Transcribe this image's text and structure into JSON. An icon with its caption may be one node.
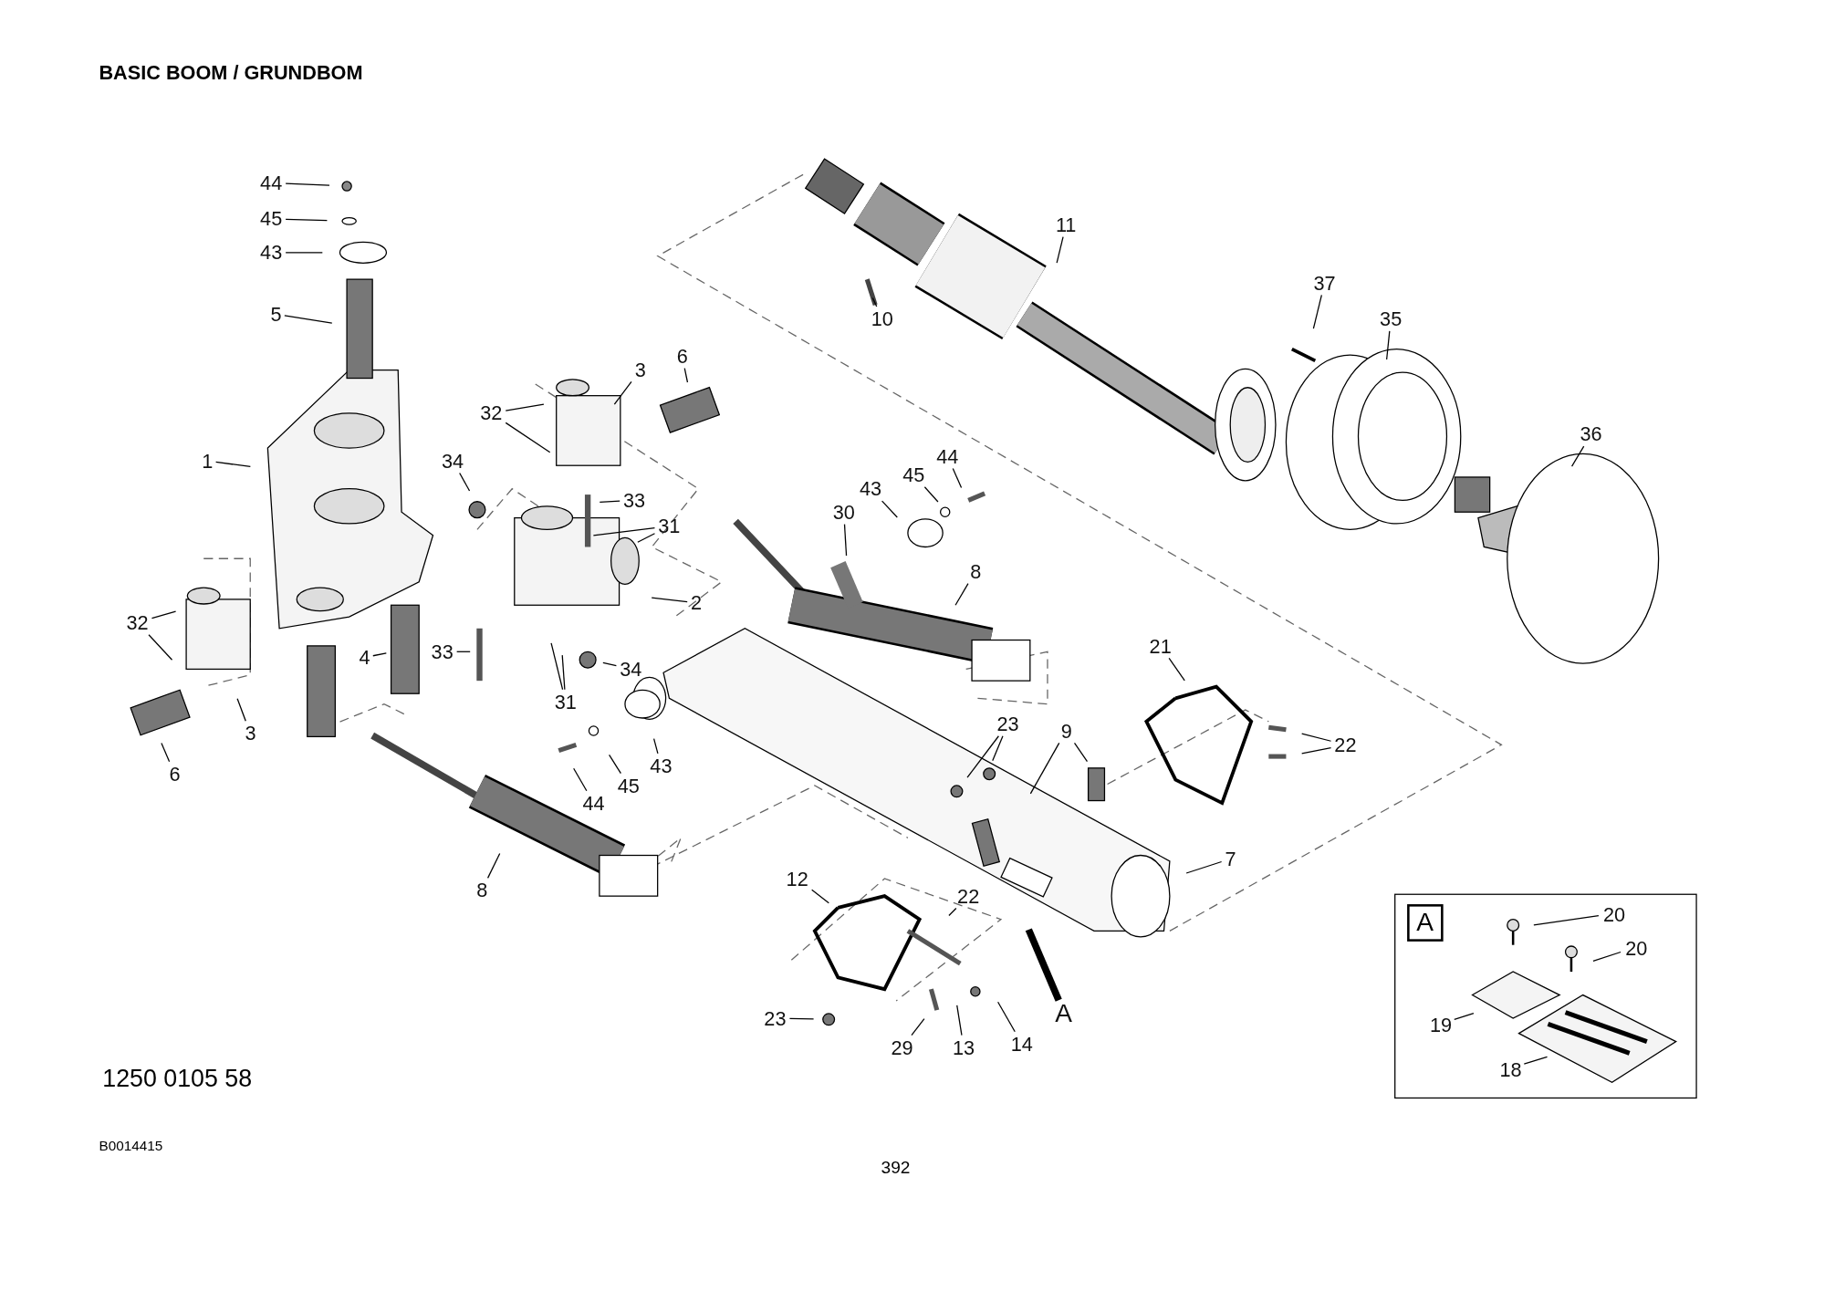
{
  "diagram": {
    "title": "BASIC BOOM / GRUNDBOM",
    "nodes": [
      {
        "text": [
          "44"
        ]
      },
      {
        "text": [
          "45"
        ]
      },
      {
        "text": [
          "43"
        ]
      },
      {
        "text": [
          "5"
        ]
      },
      {
        "text": [
          "11"
        ]
      },
      {
        "text": [
          "10"
        ]
      },
      {
        "text": [
          "37"
        ]
      },
      {
        "text": [
          "35"
        ]
      },
      {
        "text": [
          "3"
        ]
      },
      {
        "text": [
          "6"
        ]
      },
      {
        "text": [
          "32"
        ]
      },
      {
        "text": [
          "36"
        ]
      },
      {
        "text": [
          "1"
        ]
      },
      {
        "text": [
          "34"
        ]
      },
      {
        "text": [
          "44"
        ]
      },
      {
        "text": [
          "45"
        ]
      },
      {
        "text": [
          "43"
        ]
      },
      {
        "text": [
          "33"
        ]
      },
      {
        "text": [
          "30"
        ]
      },
      {
        "text": [
          "31"
        ]
      },
      {
        "text": [
          "8"
        ]
      },
      {
        "text": [
          "2"
        ]
      },
      {
        "text": [
          "32"
        ]
      },
      {
        "text": [
          "21"
        ]
      },
      {
        "text": [
          "33"
        ]
      },
      {
        "text": [
          "4"
        ]
      },
      {
        "text": [
          "34"
        ]
      },
      {
        "text": [
          "31"
        ]
      },
      {
        "text": [
          "3"
        ]
      },
      {
        "text": [
          "23"
        ]
      },
      {
        "text": [
          "9"
        ]
      },
      {
        "text": [
          "22"
        ]
      },
      {
        "text": [
          "43"
        ]
      },
      {
        "text": [
          "6"
        ]
      },
      {
        "text": [
          "45"
        ]
      },
      {
        "text": [
          "44"
        ]
      },
      {
        "text": [
          "7"
        ]
      },
      {
        "text": [
          "12"
        ]
      },
      {
        "text": [
          "8"
        ]
      },
      {
        "text": [
          "22"
        ]
      },
      {
        "text": [
          "A"
        ]
      },
      {
        "text": [
          "23"
        ]
      },
      {
        "text": [
          "29"
        ]
      },
      {
        "text": [
          "13"
        ]
      },
      {
        "text": [
          "14"
        ]
      },
      {
        "text": [
          "A"
        ]
      },
      {
        "text": [
          "20"
        ],
        "in": 45
      },
      {
        "text": [
          "20"
        ],
        "in": 45
      },
      {
        "text": [
          "19"
        ],
        "in": 45
      },
      {
        "text": [
          "18"
        ],
        "in": 45
      }
    ],
    "edges": [
      {
        "from": 0,
        "to": null,
        "arrow": "none"
      },
      {
        "from": 1,
        "to": null,
        "arrow": "none"
      },
      {
        "from": 2,
        "to": null,
        "arrow": "none"
      },
      {
        "from": 3,
        "to": null,
        "arrow": "none"
      },
      {
        "from": 4,
        "to": null,
        "arrow": "none"
      },
      {
        "from": 5,
        "to": null,
        "arrow": "none"
      },
      {
        "from": 6,
        "to": null,
        "arrow": "none"
      },
      {
        "from": 7,
        "to": null,
        "arrow": "none"
      },
      {
        "from": 8,
        "to": null,
        "arrow": "none"
      },
      {
        "from": 9,
        "to": null,
        "arrow": "none"
      },
      {
        "from": 10,
        "to": null,
        "arrow": "none"
      },
      {
        "from": 10,
        "to": null,
        "arrow": "none"
      },
      {
        "from": 11,
        "to": null,
        "arrow": "none"
      },
      {
        "from": 12,
        "to": null,
        "arrow": "none"
      },
      {
        "from": 13,
        "to": null,
        "arrow": "none"
      },
      {
        "from": 14,
        "to": null,
        "arrow": "none"
      },
      {
        "from": 15,
        "to": null,
        "arrow": "none"
      },
      {
        "from": 16,
        "to": null,
        "arrow": "none"
      },
      {
        "from": 17,
        "to": null,
        "arrow": "none"
      },
      {
        "from": 18,
        "to": null,
        "arrow": "none"
      },
      {
        "from": 19,
        "to": null,
        "arrow": "none"
      },
      {
        "from": 19,
        "to": null,
        "arrow": "none"
      },
      {
        "from": 20,
        "to": null,
        "arrow": "none"
      },
      {
        "from": 21,
        "to": null,
        "arrow": "none"
      },
      {
        "from": 22,
        "to": null,
        "arrow": "none"
      },
      {
        "from": 22,
        "to": null,
        "arrow": "none"
      },
      {
        "from": 23,
        "to": null,
        "arrow": "none"
      },
      {
        "from": 24,
        "to": null,
        "arrow": "none"
      },
      {
        "from": 25,
        "to": null,
        "arrow": "none"
      },
      {
        "from": 26,
        "to": null,
        "arrow": "none"
      },
      {
        "from": 27,
        "to": null,
        "arrow": "none"
      },
      {
        "from": 27,
        "to": null,
        "arrow": "none"
      },
      {
        "from": 28,
        "to": null,
        "arrow": "none"
      },
      {
        "from": 29,
        "to": null,
        "arrow": "none"
      },
      {
        "from": 29,
        "to": null,
        "arrow": "none"
      },
      {
        "from": 30,
        "to": null,
        "arrow": "none"
      },
      {
        "from": 30,
        "to": null,
        "arrow": "none"
      },
      {
        "from": 31,
        "to": null,
        "arrow": "none"
      },
      {
        "from": 31,
        "to": null,
        "arrow": "none"
      },
      {
        "from": 32,
        "to": null,
        "arrow": "none"
      },
      {
        "from": 33,
        "to": null,
        "arrow": "none"
      },
      {
        "from": 34,
        "to": null,
        "arrow": "none"
      },
      {
        "from": 35,
        "to": null,
        "arrow": "none"
      },
      {
        "from": 36,
        "to": null,
        "arrow": "none"
      },
      {
        "from": 37,
        "to": null,
        "arrow": "none"
      },
      {
        "from": 38,
        "to": null,
        "arrow": "none"
      },
      {
        "from": 39,
        "to": null,
        "arrow": "none"
      },
      {
        "from": 40,
        "to": null,
        "arrow": "none",
        "style": "thick"
      },
      {
        "from": 41,
        "to": null,
        "arrow": "none"
      },
      {
        "from": 42,
        "to": null,
        "arrow": "none"
      },
      {
        "from": 43,
        "to": null,
        "arrow": "none"
      },
      {
        "from": 44,
        "to": null,
        "arrow": "none"
      },
      {
        "from": 46,
        "to": null,
        "arrow": "none"
      },
      {
        "from": 47,
        "to": null,
        "arrow": "none"
      },
      {
        "from": 48,
        "to": null,
        "arrow": "none"
      },
      {
        "from": 49,
        "to": null,
        "arrow": "none"
      }
    ],
    "labels": [
      "1250 0105 58",
      "B0014415",
      "392"
    ]
  }
}
